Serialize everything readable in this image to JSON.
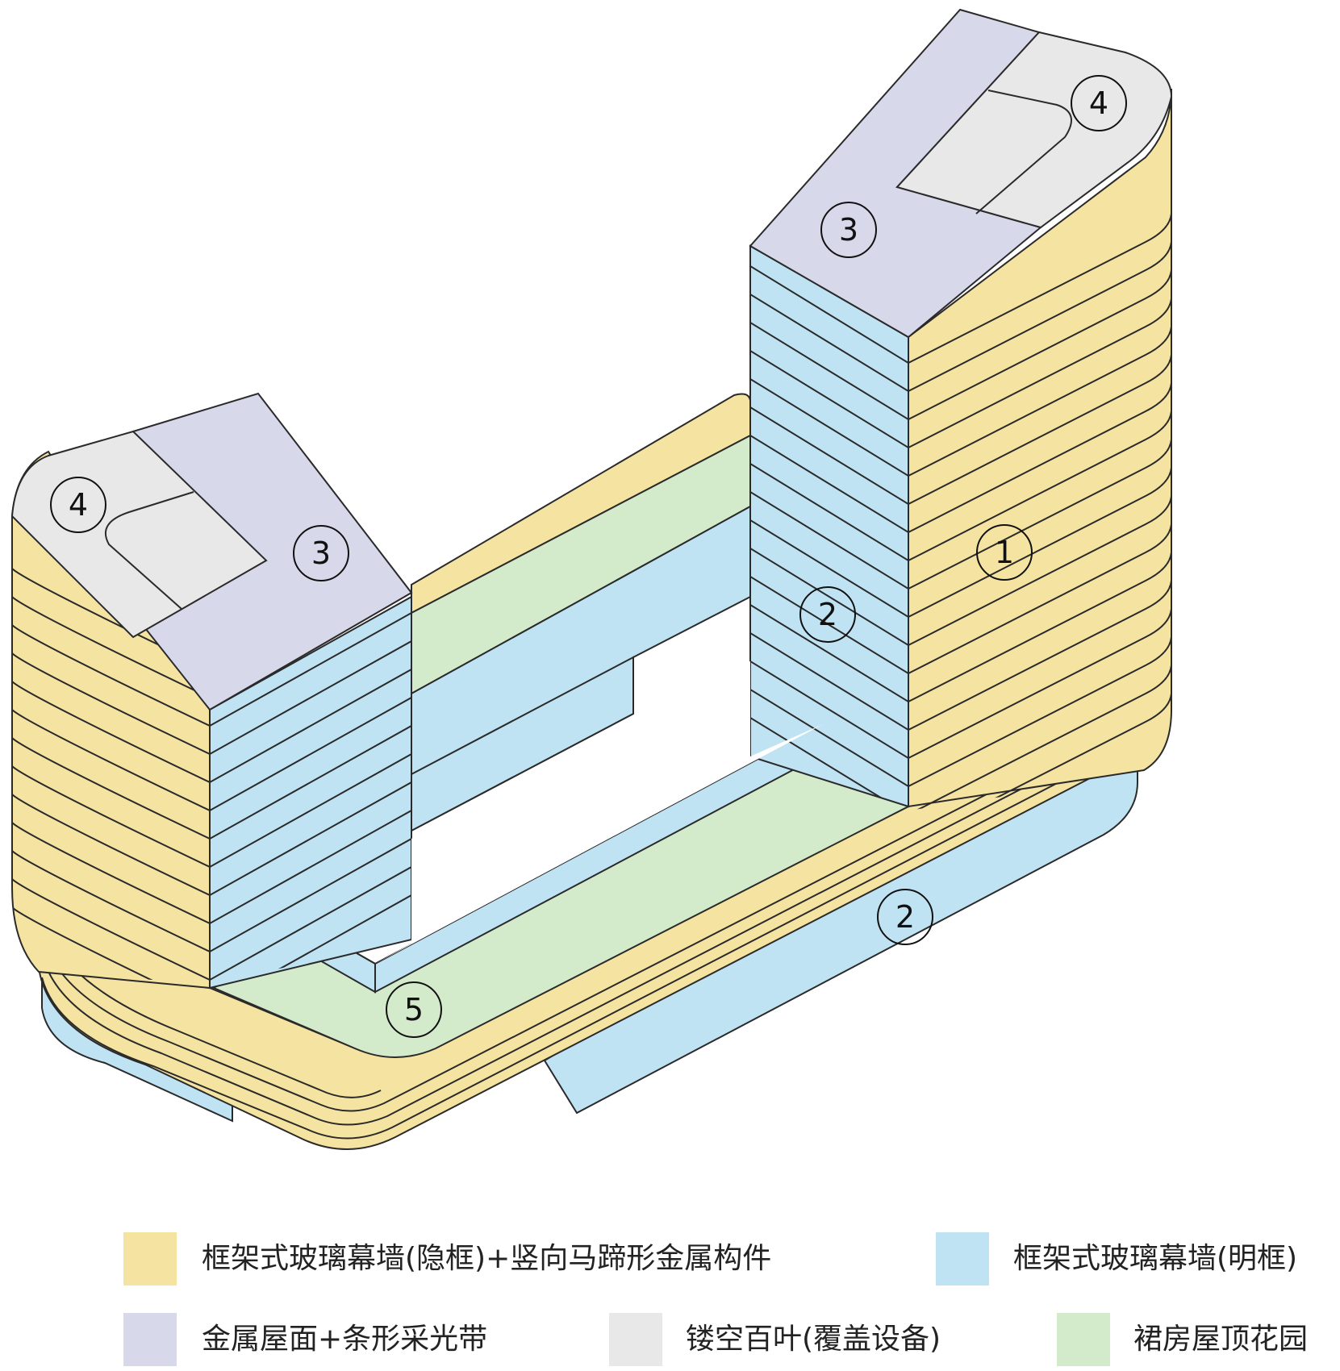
{
  "colors": {
    "yellow": "#f5e3a2",
    "blue": "#bfe3f3",
    "purple": "#d7d8ea",
    "gray": "#e8e8e8",
    "green": "#d3ebcb",
    "line": "#2a2a2a"
  },
  "callouts": {
    "tower_right_top": "4",
    "tower_right_roof": "3",
    "tower_right_side": "1",
    "tower_right_front": "2",
    "podium_front": "2",
    "tower_left_top": "4",
    "tower_left_roof": "3",
    "courtyard": "5"
  },
  "legend": [
    {
      "label": "框架式玻璃幕墙(隐框)+竖向马蹄形金属构件",
      "color": "#f5e3a2"
    },
    {
      "label": "框架式玻璃幕墙(明框)",
      "color": "#bfe3f3"
    },
    {
      "label": "金属屋面+条形采光带",
      "color": "#d7d8ea"
    },
    {
      "label": "镂空百叶(覆盖设备)",
      "color": "#e8e8e8"
    },
    {
      "label": "裙房屋顶花园",
      "color": "#d3ebcb"
    }
  ]
}
